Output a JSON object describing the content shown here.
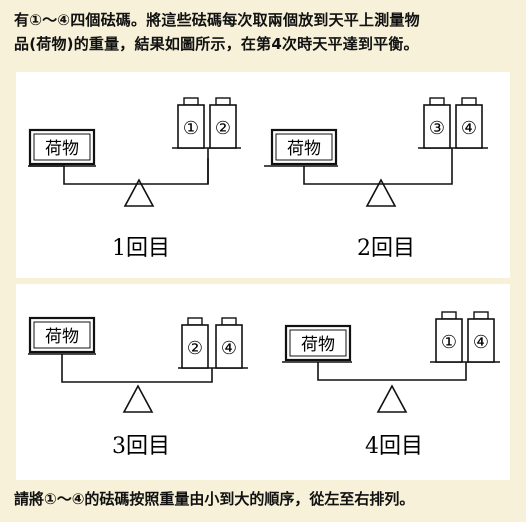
{
  "question": {
    "line1": "有①～④四個砝碼。將這些砝碼每次取兩個放到天平上測量物",
    "line2": "品(荷物)的重量，結果如圖所示，在第4次時天平達到平衡。",
    "footer": "請將①～④的砝碼按照重量由小到大的順序，從左至右排列。"
  },
  "object_label": "荷物",
  "trials": [
    {
      "label": "1回目",
      "weights": [
        "①",
        "②"
      ]
    },
    {
      "label": "2回目",
      "weights": [
        "③",
        "④"
      ]
    },
    {
      "label": "3回目",
      "weights": [
        "②",
        "④"
      ]
    },
    {
      "label": "4回目",
      "weights": [
        "①",
        "④"
      ]
    }
  ]
}
